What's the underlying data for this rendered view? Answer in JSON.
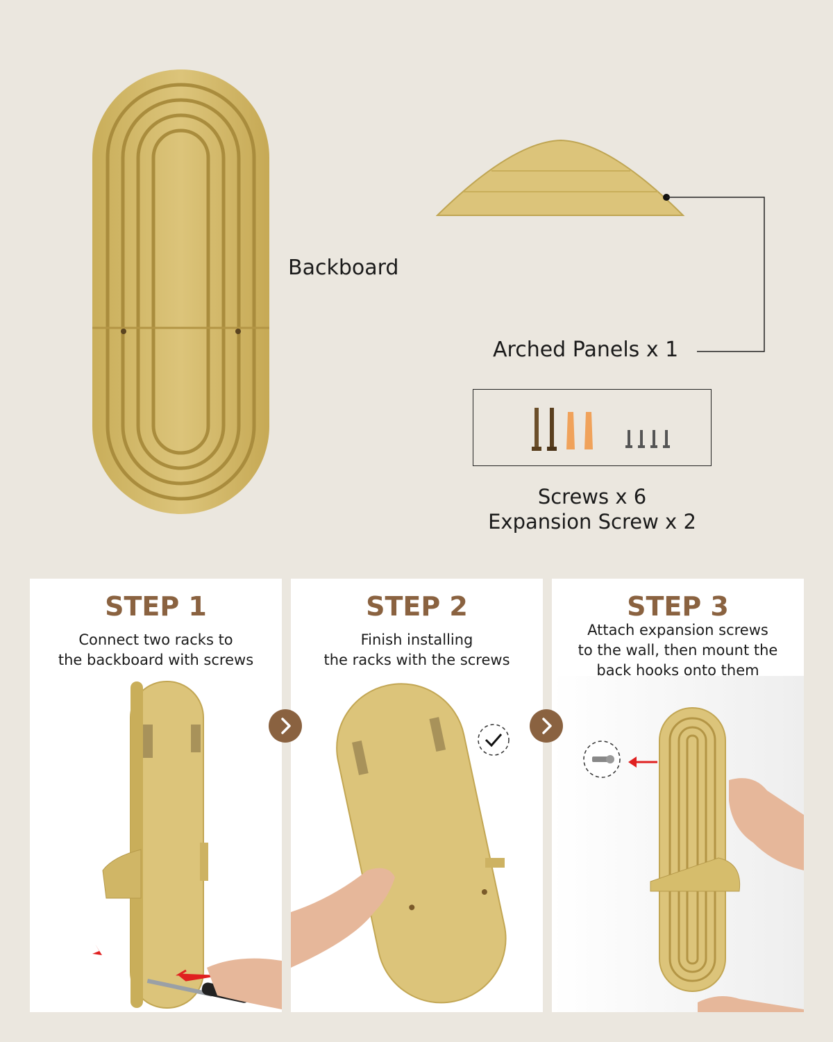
{
  "parts": {
    "backboard_label": "Backboard",
    "arched_panels_label": "Arched Panels x 1",
    "screws_label": "Screws x 6",
    "expansion_label": "Expansion Screw x 2"
  },
  "steps": [
    {
      "title": "STEP 1",
      "lines": [
        "Connect two racks to",
        "the backboard with screws"
      ]
    },
    {
      "title": "STEP 2",
      "lines": [
        "Finish installing",
        "the racks with the screws"
      ]
    },
    {
      "title": "STEP 3",
      "lines": [
        "Attach expansion screws",
        "to the wall, then mount the",
        "back hooks onto them"
      ]
    }
  ],
  "colors": {
    "background": "#ebe7df",
    "wood": "#d6bd6c",
    "accent_brown": "#8a6240",
    "arrow_red": "#e02020"
  },
  "icons": [
    "chevron-right-icon",
    "checkmark-icon",
    "red-arrow-icon"
  ]
}
